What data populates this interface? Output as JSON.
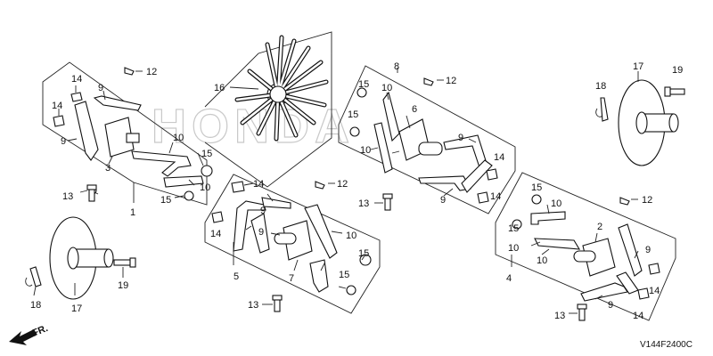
{
  "diagram_code": "V144F2400C",
  "direction_label": "FR.",
  "watermark": "HONDA",
  "callouts": [
    {
      "key": "c1",
      "text": "1"
    },
    {
      "key": "c2",
      "text": "2"
    },
    {
      "key": "c3",
      "text": "3"
    },
    {
      "key": "c4",
      "text": "4"
    },
    {
      "key": "c5",
      "text": "5"
    },
    {
      "key": "c6",
      "text": "6"
    },
    {
      "key": "c7",
      "text": "7"
    },
    {
      "key": "c8",
      "text": "8"
    },
    {
      "key": "c9",
      "text": "9"
    },
    {
      "key": "c10",
      "text": "10"
    },
    {
      "key": "c12",
      "text": "12"
    },
    {
      "key": "c13",
      "text": "13"
    },
    {
      "key": "c14",
      "text": "14"
    },
    {
      "key": "c15",
      "text": "15"
    },
    {
      "key": "c16",
      "text": "16"
    },
    {
      "key": "c17",
      "text": "17"
    },
    {
      "key": "c18",
      "text": "18"
    },
    {
      "key": "c19",
      "text": "19"
    }
  ]
}
